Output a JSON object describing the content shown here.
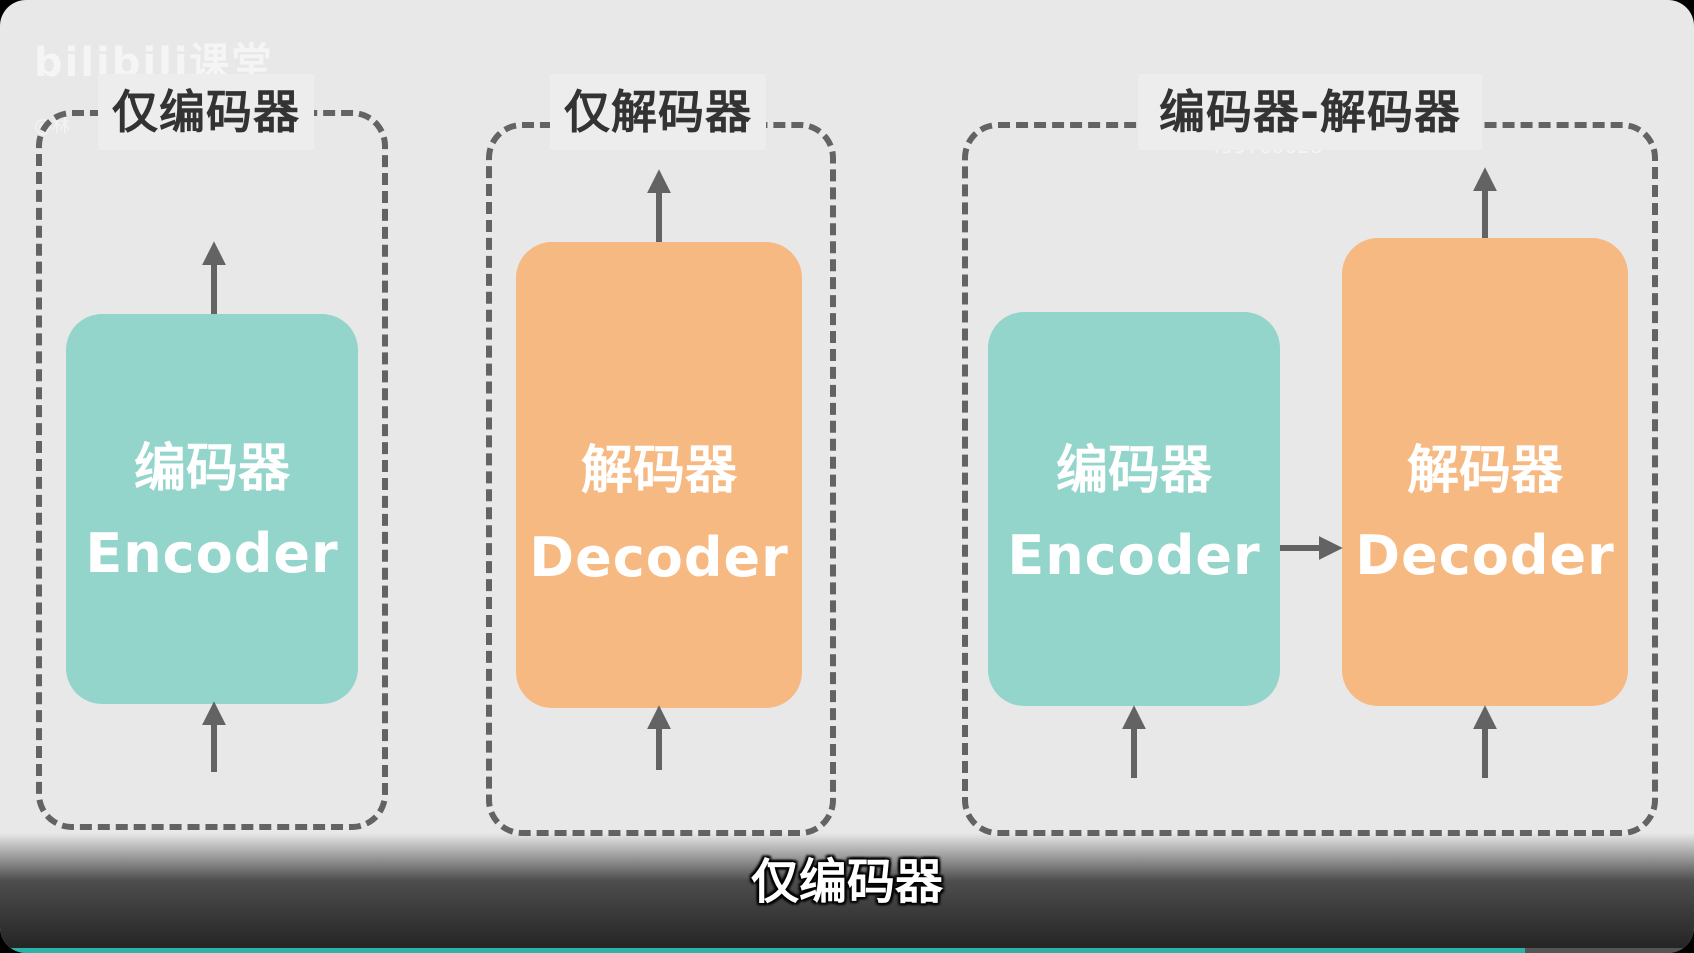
{
  "watermark": {
    "brand": "bilibili课堂",
    "user": "@林",
    "id": "499760028"
  },
  "groups": [
    {
      "title": "仅编码器",
      "blocks": [
        {
          "kind": "encoder",
          "zh": "编码器",
          "en": "Encoder"
        }
      ]
    },
    {
      "title": "仅解码器",
      "blocks": [
        {
          "kind": "decoder",
          "zh": "解码器",
          "en": "Decoder"
        }
      ]
    },
    {
      "title": "编码器-解码器",
      "blocks": [
        {
          "kind": "encoder",
          "zh": "编码器",
          "en": "Encoder"
        },
        {
          "kind": "decoder",
          "zh": "解码器",
          "en": "Decoder"
        }
      ]
    }
  ],
  "subtitle": "仅编码器",
  "progress": 0.9,
  "colors": {
    "encoder": "#93d5ca",
    "decoder": "#f7b982",
    "arrow": "#636363",
    "progress": "#2ab3a6"
  }
}
